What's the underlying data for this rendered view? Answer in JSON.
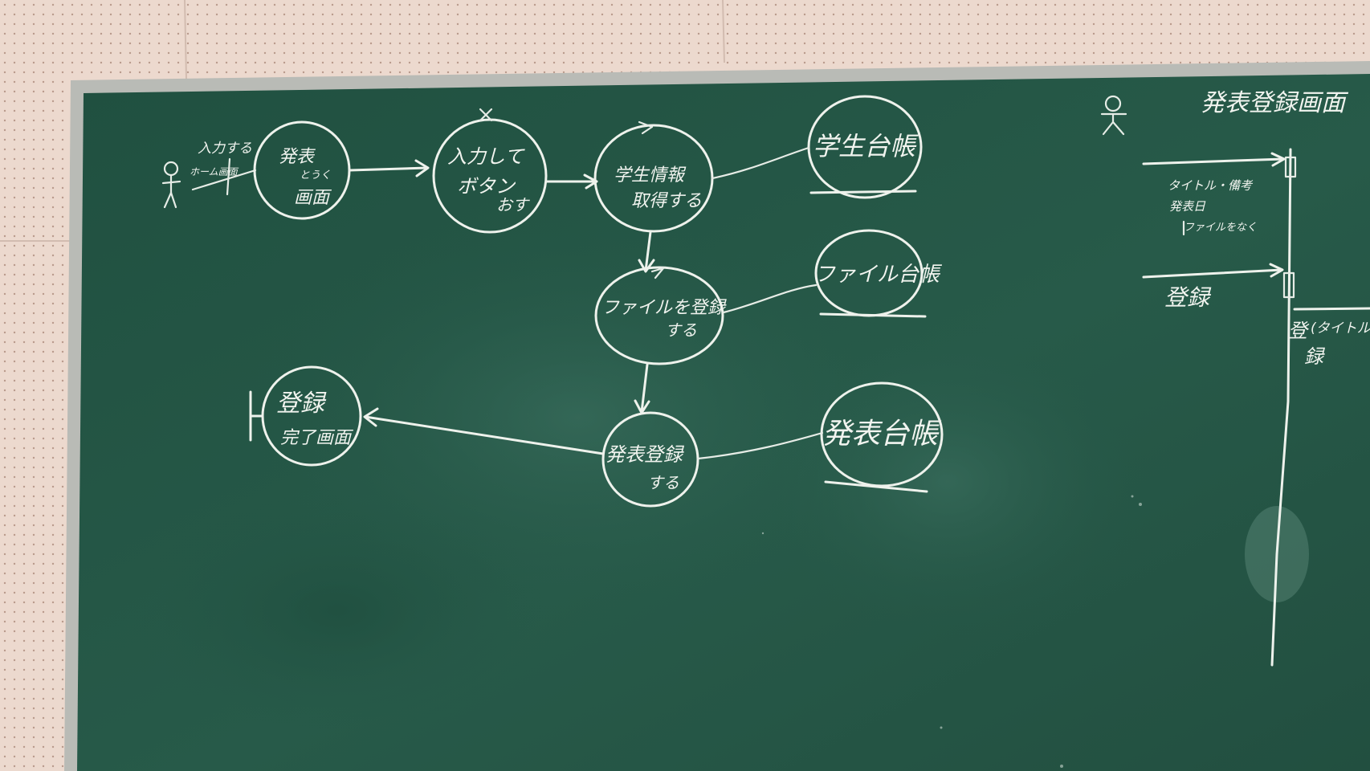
{
  "actor_note_top": "入力する",
  "actor_note_bottom": "ホーム画面",
  "nodes": {
    "presentation_screen": [
      "発表",
      "とうく",
      "画面"
    ],
    "input_push_button": [
      "入力して",
      "ボタン",
      "おす"
    ],
    "get_student_info": [
      "学生情報",
      "取得する"
    ],
    "register_file": [
      "ファイルを登録",
      "する"
    ],
    "register_presentation": [
      "発表登録",
      "する"
    ],
    "register_complete": [
      "登録",
      "完了画面"
    ]
  },
  "stores": {
    "student_ledger": "学生台帳",
    "file_ledger": "ファイル台帳",
    "presentation_ledger": "発表台帳"
  },
  "sequence": {
    "title": "発表登録画面",
    "msg_1_line1": "タイトル・備考",
    "msg_1_line2": "発表日",
    "msg_1_line3": "ファイルをなく",
    "msg_2": "登録",
    "note_line1": "登",
    "note_line2": "録",
    "note_paren": "(タイトル"
  },
  "colors": {
    "board": "#245646",
    "frame": "#b7b9b4",
    "wall": "#ead7cc",
    "chalk": "#eef2ec"
  }
}
